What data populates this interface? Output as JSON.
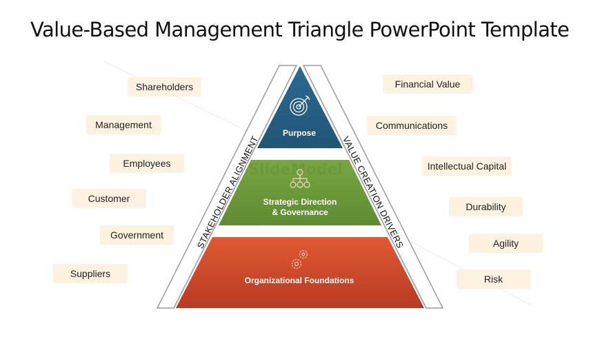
{
  "title": "Value-Based Management Triangle PowerPoint Template",
  "pyramid": {
    "top": {
      "label": "Purpose",
      "icon": "target-icon",
      "color": "#2a6287"
    },
    "middle": {
      "label_line1": "Strategic Direction",
      "label_line2": "& Governance",
      "icon": "org-chart-icon",
      "color": "#6f9a3c"
    },
    "bottom": {
      "label": "Organizational Foundations",
      "icon": "gears-icon",
      "color": "#c94a2c"
    }
  },
  "side_labels": {
    "left": "STAKEHOLDER ALIGNMENT",
    "right": "VALUE CREATION DRIVERS"
  },
  "left_tags": [
    "Shareholders",
    "Management",
    "Employees",
    "Customer",
    "Government",
    "Suppliers"
  ],
  "right_tags": [
    "Financial Value",
    "Communications",
    "Intellectual Capital",
    "Durability",
    "Agility",
    "Risk"
  ],
  "tag_color": "#fdf1df"
}
